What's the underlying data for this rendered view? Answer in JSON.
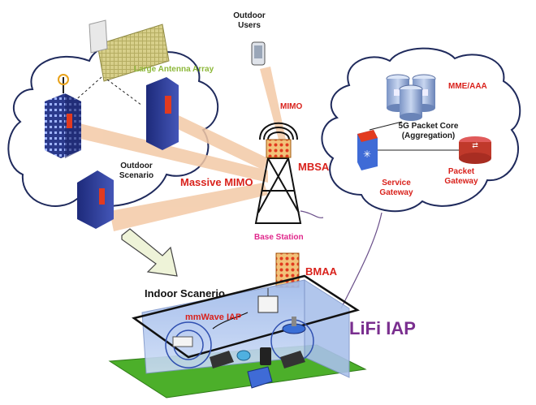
{
  "labels": {
    "outdoor_users": "Outdoor\nUsers",
    "large_antenna_array": "Large Antenna Array",
    "mimo": "MIMO",
    "mme_aaa": "MME/AAA",
    "packet_core": "5G Packet Core\n(Aggregation)",
    "outdoor_scenario": "Outdoor\nScenario",
    "massive_mimo": "Massive MIMO",
    "mbsa": "MBSA",
    "service_gateway": "Service\nGateway",
    "packet_gateway": "Packet\nGateway",
    "base_station": "Base Station",
    "bmaa": "BMAA",
    "indoor_scenario": "Indoor Scanerio",
    "mmwave_iap": "mmWave IAP",
    "lifi_iap": "LiFi IAP"
  },
  "colors": {
    "beam": "#f3c9a6",
    "cloud_stroke": "#1f2a5c",
    "red_text": "#d9221c",
    "purple_text": "#7a2f8f",
    "pink_text": "#e0288c",
    "green_text": "#8db83a",
    "floor": "#4caf2a",
    "wall": "#b8cdf0"
  },
  "icons": [
    "antenna-array-icon",
    "phone-icon",
    "building-icon",
    "tower-icon",
    "server-icon",
    "router-icon",
    "switch-icon",
    "laptop-icon",
    "wifi-router-icon",
    "lifi-lamp-icon",
    "house-icon"
  ]
}
